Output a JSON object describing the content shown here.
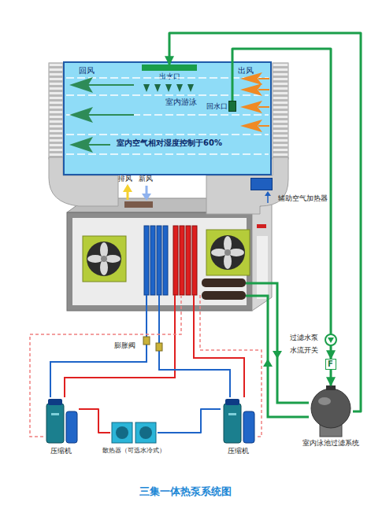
{
  "diagram": {
    "title": "三集一体热泵系统图",
    "nodes": [
      {
        "text": [
          "回风",
          "出风",
          "室内游泳",
          "室内空气相对湿度控制于60%"
        ]
      },
      {
        "text": [
          "出水口"
        ],
        "in": 0
      },
      {
        "text": [
          "回水口"
        ],
        "in": 0
      },
      {
        "text": [
          "辅助空气加热器"
        ]
      },
      {
        "text": [
          "F"
        ]
      },
      {
        "text": [
          "室内泳池过滤系统"
        ]
      },
      {
        "text": [
          "压缩机"
        ]
      },
      {
        "text": [
          "散热器（可选水冷式）"
        ]
      },
      {
        "text": [
          "压缩机"
        ]
      }
    ],
    "edges": [
      {
        "from": 2,
        "to": 4,
        "arrow": "to"
      },
      {
        "from": 4,
        "to": 5,
        "arrow": "to"
      },
      {
        "from": 5,
        "to": 1,
        "arrow": "to"
      },
      {
        "from": 6,
        "to": 7,
        "arrow": "none"
      },
      {
        "from": 8,
        "to": 7,
        "arrow": "none"
      }
    ],
    "labels": [
      "排风",
      "新风",
      "过滤水泵",
      "水流开关",
      "膨胀阀"
    ]
  }
}
